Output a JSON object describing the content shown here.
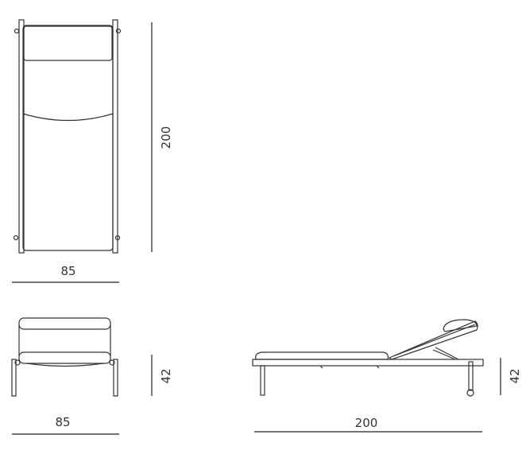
{
  "dimensions": {
    "top_view": {
      "length": "200",
      "width": "85"
    },
    "front_view": {
      "height": "42",
      "width": "85"
    },
    "side_view": {
      "height": "42",
      "length": "200"
    }
  },
  "colors": {
    "line": "#333333",
    "background": "#ffffff"
  }
}
